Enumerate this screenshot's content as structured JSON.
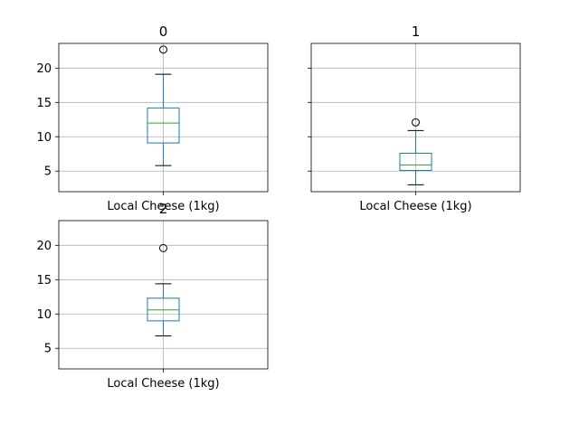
{
  "chart_data": [
    {
      "type": "box",
      "title": "0",
      "category": "Local Cheese (1kg)",
      "ylim": [
        2.0,
        23.6
      ],
      "yticks": [
        5,
        10,
        15,
        20
      ],
      "grid": true,
      "box": {
        "whislo": 5.8,
        "q1": 9.1,
        "med": 12.0,
        "q3": 14.2,
        "whishi": 19.1,
        "fliers": [
          22.7
        ]
      }
    },
    {
      "type": "box",
      "title": "1",
      "category": "Local Cheese (1kg)",
      "ylim": [
        2.0,
        23.6
      ],
      "yticks": [
        5,
        10,
        15,
        20
      ],
      "grid": true,
      "box": {
        "whislo": 3.0,
        "q1": 5.1,
        "med": 5.9,
        "q3": 7.6,
        "whishi": 10.9,
        "fliers": [
          12.1
        ]
      }
    },
    {
      "type": "box",
      "title": "2",
      "category": "Local Cheese (1kg)",
      "ylim": [
        2.0,
        23.6
      ],
      "yticks": [
        5,
        10,
        15,
        20
      ],
      "grid": true,
      "box": {
        "whislo": 6.8,
        "q1": 9.0,
        "med": 10.6,
        "q3": 12.3,
        "whishi": 14.4,
        "fliers": [
          19.6
        ]
      }
    }
  ],
  "colors": {
    "box": "#1f77b4",
    "median": "#2ca02c",
    "grid": "#b0b0b0",
    "whisker_cap": "#000000",
    "flier": "#000000"
  }
}
